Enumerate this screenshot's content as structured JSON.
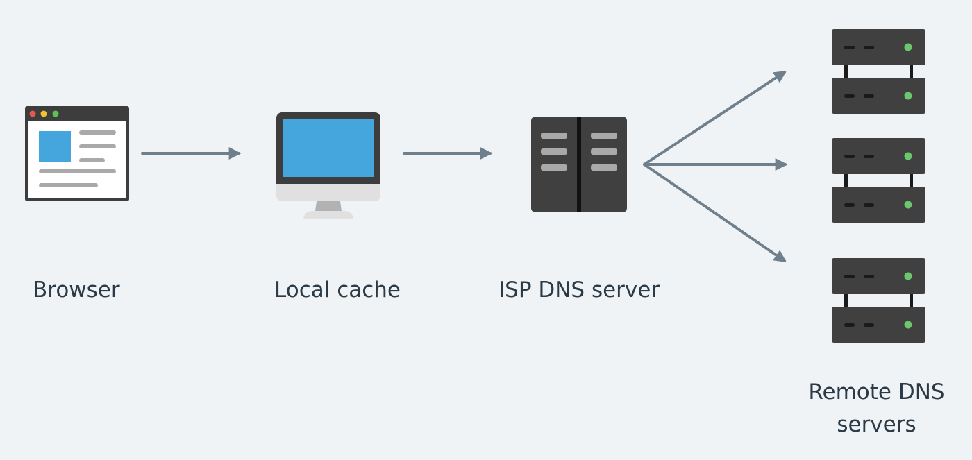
{
  "nodes": {
    "browser": {
      "label": "Browser",
      "icon": "browser-window-icon"
    },
    "local_cache": {
      "label": "Local cache",
      "icon": "monitor-icon"
    },
    "isp_dns": {
      "label": "ISP DNS server",
      "icon": "server-cabinet-icon"
    },
    "remote_dns": {
      "label": "Remote DNS servers",
      "icon": "server-rack-icon",
      "count": 3
    }
  },
  "edges": [
    {
      "from": "Browser",
      "to": "Local cache"
    },
    {
      "from": "Local cache",
      "to": "ISP DNS server"
    },
    {
      "from": "ISP DNS server",
      "to": "Remote DNS servers"
    }
  ],
  "colors": {
    "background": "#f0f3f6",
    "arrow": "#6f7f8c",
    "device_dark": "#404040",
    "screen_blue": "#45a6dd",
    "led_green": "#6cc66c",
    "text": "#2a3a46"
  }
}
